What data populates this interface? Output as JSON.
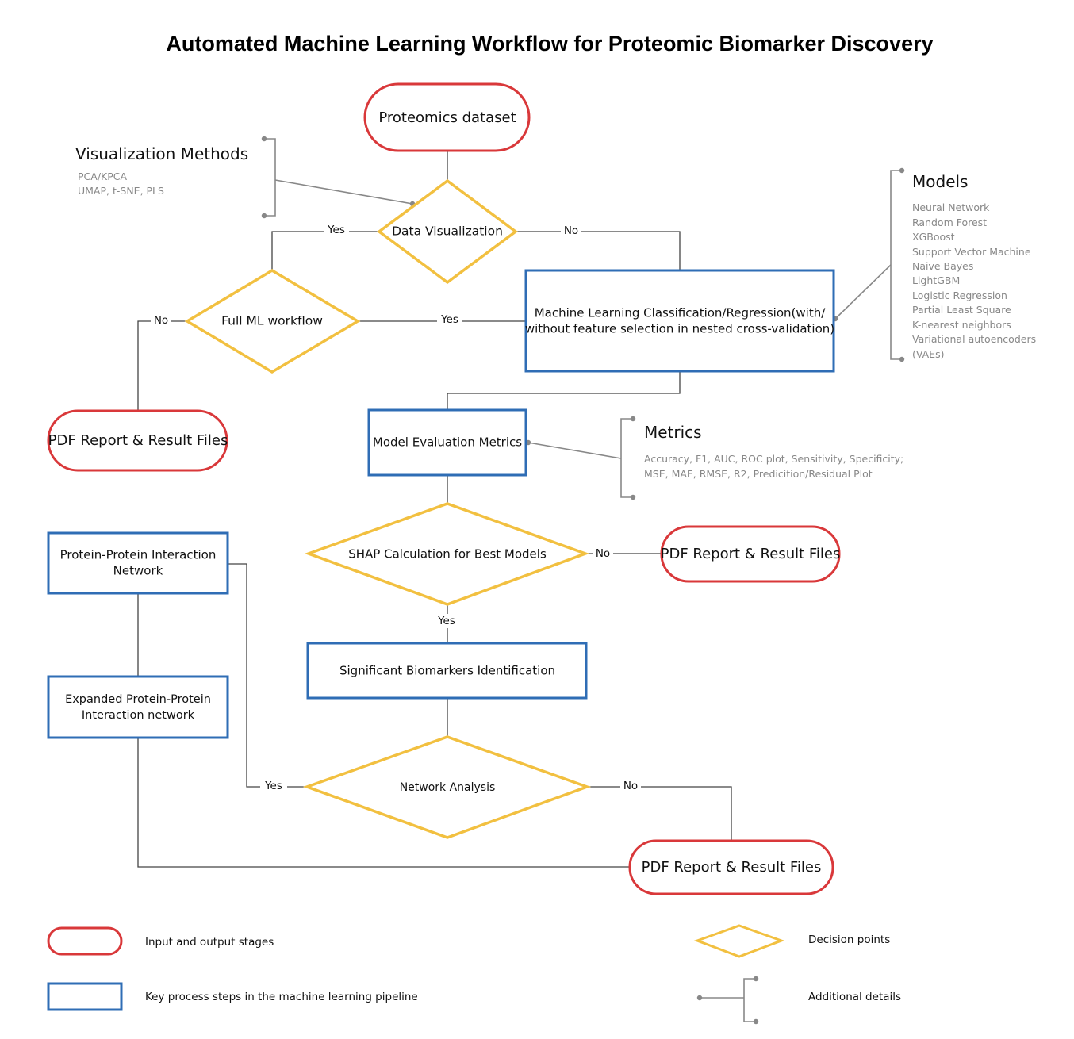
{
  "title": "Automated Machine Learning Workflow for Proteomic Biomarker Discovery",
  "colors": {
    "terminal_border": "#d9383a",
    "process_border": "#2f6db5",
    "decision_border": "#f2c040",
    "connector": "#444444",
    "detail_bracket": "#888888",
    "detail_text": "#888888"
  },
  "nodes": {
    "proteomics_dataset": {
      "type": "terminal",
      "lines": [
        "Proteomics dataset"
      ]
    },
    "data_visualization": {
      "type": "decision",
      "lines": [
        "Data Visualization"
      ]
    },
    "full_ml_workflow": {
      "type": "decision",
      "lines": [
        "Full ML workflow"
      ]
    },
    "ml_classification": {
      "type": "process",
      "lines": [
        "Machine Learning Classification/Regression(with/",
        "without feature selection in nested cross-validation)"
      ]
    },
    "pdf_report_1": {
      "type": "terminal",
      "lines": [
        "PDF Report & Result Files"
      ]
    },
    "model_evaluation": {
      "type": "process",
      "lines": [
        "Model Evaluation Metrics"
      ]
    },
    "shap_calculation": {
      "type": "decision",
      "lines": [
        "SHAP Calculation for Best Models"
      ]
    },
    "pdf_report_2": {
      "type": "terminal",
      "lines": [
        "PDF Report & Result Files"
      ]
    },
    "ppi_network": {
      "type": "process",
      "lines": [
        "Protein-Protein Interaction",
        "Network"
      ]
    },
    "significant_biomarkers": {
      "type": "process",
      "lines": [
        "Significant Biomarkers Identification"
      ]
    },
    "expanded_ppi": {
      "type": "process",
      "lines": [
        "Expanded Protein-Protein",
        "Interaction network"
      ]
    },
    "network_analysis": {
      "type": "decision",
      "lines": [
        "Network Analysis"
      ]
    },
    "pdf_report_3": {
      "type": "terminal",
      "lines": [
        "PDF Report & Result Files"
      ]
    }
  },
  "edge_labels": {
    "dv_yes": "Yes",
    "dv_no": "No",
    "fml_no": "No",
    "fml_yes": "Yes",
    "shap_no": "No",
    "shap_yes": "Yes",
    "na_yes": "Yes",
    "na_no": "No"
  },
  "details": {
    "visualization": {
      "heading": "Visualization Methods",
      "items": [
        "PCA/KPCA",
        "UMAP, t-SNE, PLS"
      ]
    },
    "models": {
      "heading": "Models",
      "items": [
        "Neural Network",
        "Random Forest",
        "XGBoost",
        "Support Vector Machine",
        "Naive Bayes",
        "LightGBM",
        "Logistic Regression",
        "Partial Least Square",
        "K-nearest neighbors",
        "Variational autoencoders",
        "(VAEs)"
      ]
    },
    "metrics": {
      "heading": "Metrics",
      "items": [
        "Accuracy, F1, AUC, ROC plot, Sensitivity, Specificity;",
        "MSE, MAE, RMSE, R2, Predicition/Residual Plot"
      ]
    }
  },
  "legend": {
    "terminal": "Input and output stages",
    "process": "Key process steps in the machine learning pipeline",
    "decision": "Decision points",
    "details": "Additional details"
  }
}
